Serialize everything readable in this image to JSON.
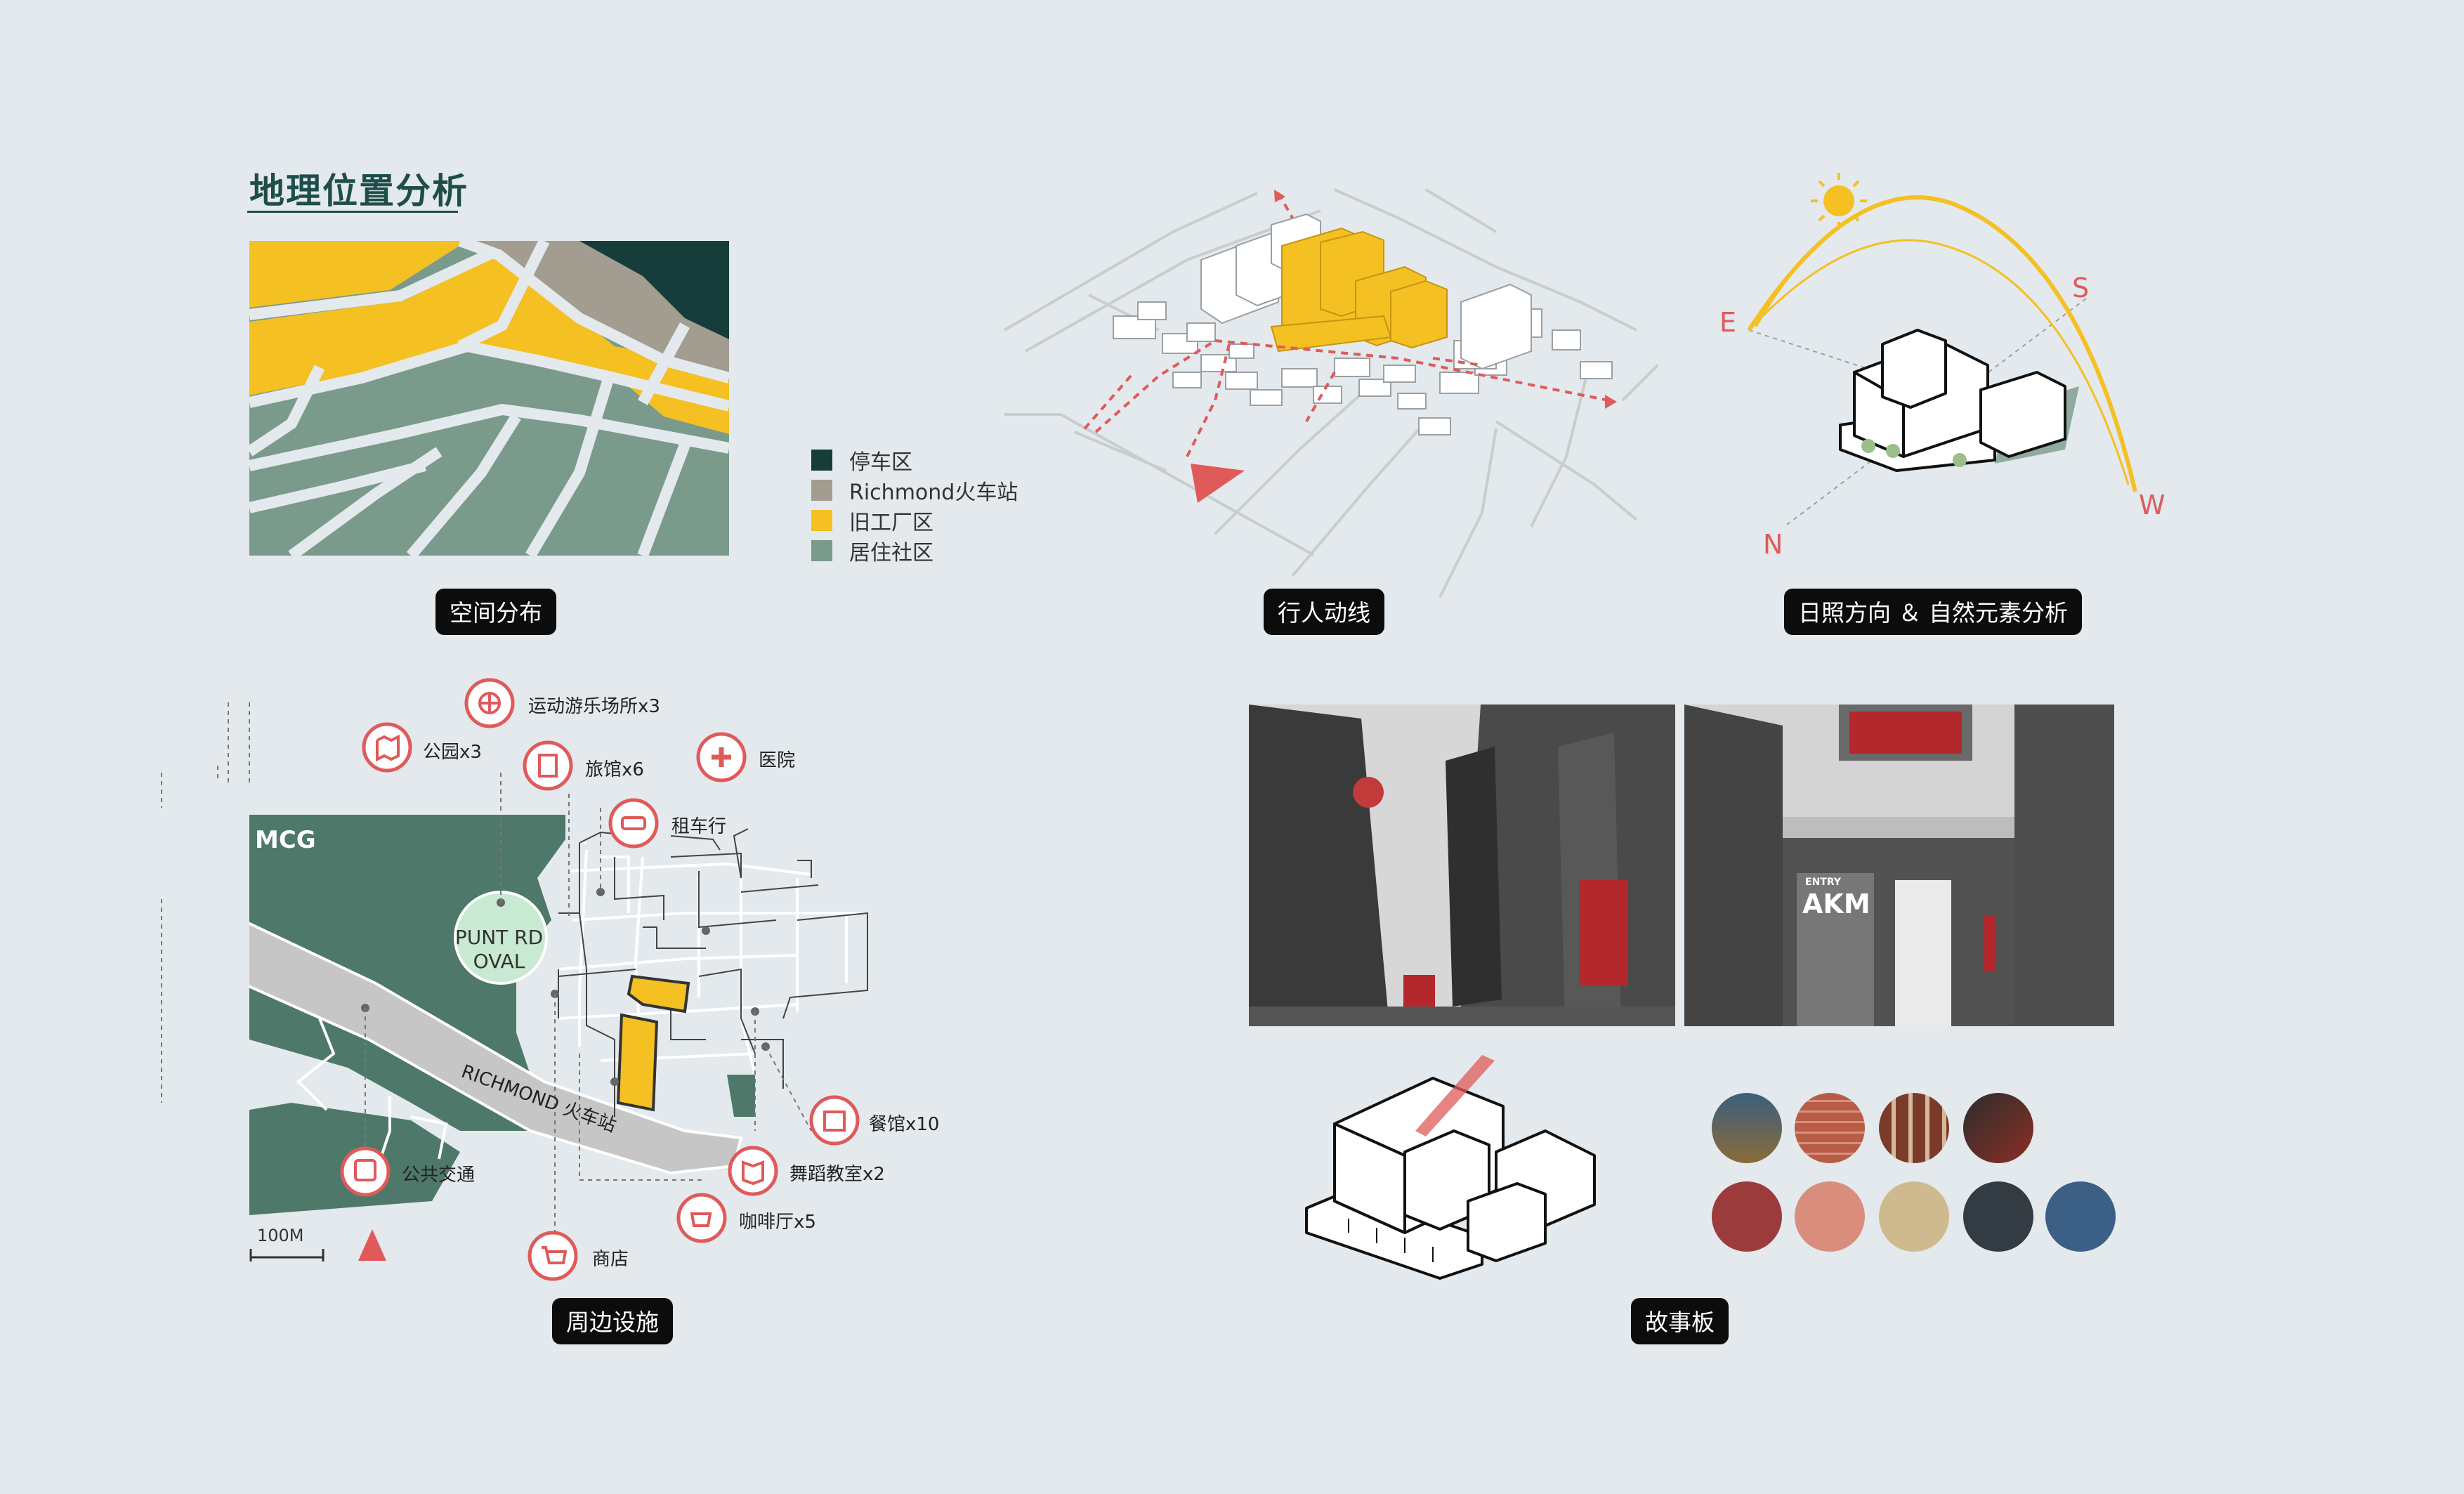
{
  "heading": "地理位置分析",
  "captions": {
    "space": "空间分布",
    "pedestrian": "行人动线",
    "sunlight": "日照方向 ＆ 自然元素分析",
    "surroundings": "周边设施",
    "storyboard": "故事板"
  },
  "legend": [
    {
      "label": "停车区",
      "color": "#173d3a"
    },
    {
      "label": "Richmond火车站",
      "color": "#a29d90"
    },
    {
      "label": "旧工厂区",
      "color": "#f4c022"
    },
    {
      "label": "居住社区",
      "color": "#7a9a8c"
    }
  ],
  "compass": {
    "e": "E",
    "s": "S",
    "w": "W",
    "n": "N"
  },
  "map_labels": {
    "mcg": "MCG",
    "oval_line1": "PUNT RD",
    "oval_line2": "OVAL",
    "station": "RICHMOND 火车站",
    "scale": "100M"
  },
  "facilities": [
    {
      "label": "运动游乐场所x3",
      "icon": "basketball-icon"
    },
    {
      "label": "公园x3",
      "icon": "map-icon"
    },
    {
      "label": "旅馆x6",
      "icon": "hotel-icon"
    },
    {
      "label": "医院",
      "icon": "cross-icon"
    },
    {
      "label": "租车行",
      "icon": "car-icon"
    },
    {
      "label": "餐馆x10",
      "icon": "restaurant-icon"
    },
    {
      "label": "舞蹈教室x2",
      "icon": "book-icon"
    },
    {
      "label": "咖啡厅x5",
      "icon": "coffee-icon"
    },
    {
      "label": "公共交通",
      "icon": "bus-icon"
    },
    {
      "label": "商店",
      "icon": "cart-icon"
    }
  ],
  "photo_signs": {
    "entry": "ENTRY",
    "akm": "AKM"
  },
  "palette": [
    "#9c3b3b",
    "#d98d7c",
    "#cfba8f",
    "#333b43",
    "#3c5f85"
  ],
  "accent": "#e05a5a"
}
